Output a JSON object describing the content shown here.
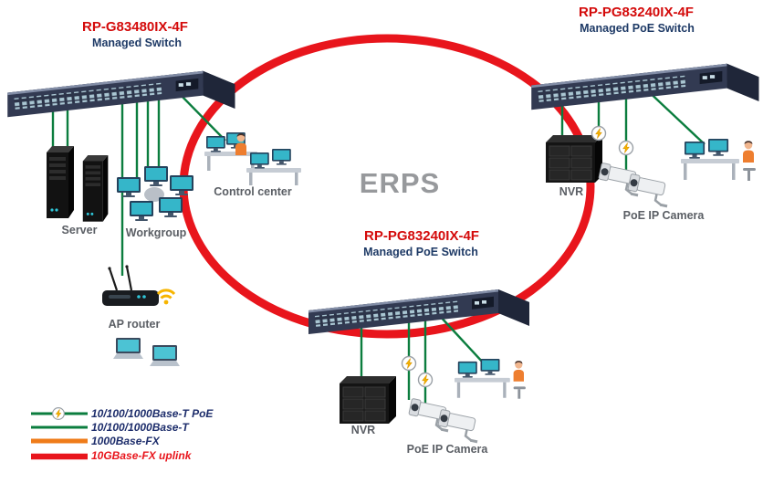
{
  "diagram": {
    "center_label": "ERPS",
    "switches": [
      {
        "model": "RP-G83480IX-4F",
        "type": "Managed Switch"
      },
      {
        "model": "RP-PG83240IX-4F",
        "type": "Managed PoE Switch"
      },
      {
        "model": "RP-PG83240IX-4F",
        "type": "Managed PoE Switch"
      }
    ],
    "devices": {
      "server": "Server",
      "workgroup": "Workgroup",
      "control_center": "Control center",
      "ap_router": "AP router",
      "nvr_right": "NVR",
      "camera_right": "PoE IP Camera",
      "nvr_bottom": "NVR",
      "camera_bottom": "PoE IP Camera"
    },
    "legend": [
      {
        "label": "10/100/1000Base-T PoE",
        "style": "thin-green-poe"
      },
      {
        "label": "10/100/1000Base-T",
        "style": "thin-green"
      },
      {
        "label": "1000Base-FX",
        "style": "thick-orange"
      },
      {
        "label": "10GBase-FX uplink",
        "style": "thick-red"
      }
    ],
    "colors": {
      "ring_red": "#e8151c",
      "link_green": "#0b7d3e",
      "fx_orange": "#ef7c1a",
      "title_red": "#d40b0b",
      "title_navy": "#1e3a66",
      "erps_gray": "#97999c"
    }
  }
}
